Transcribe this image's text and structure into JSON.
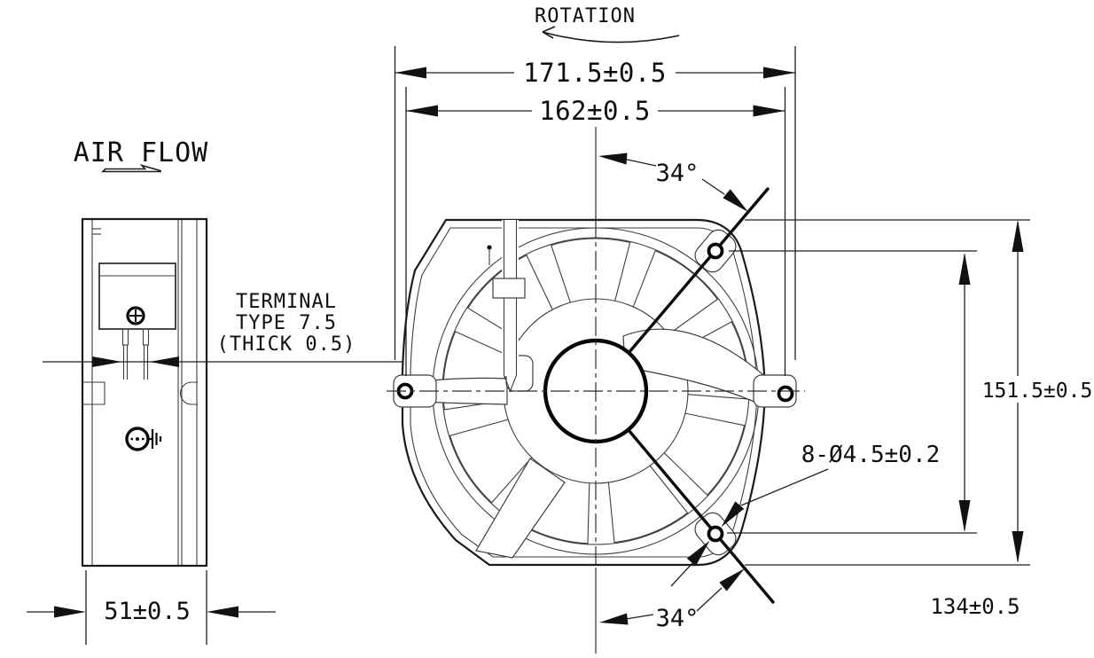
{
  "colors": {
    "background": "#ffffff",
    "line": "#1b1b1b",
    "thin_line": "#3d3d3d",
    "text": "#0e0e0e"
  },
  "labels": {
    "rotation": "ROTATION",
    "air_flow": "AIR FLOW",
    "width_overall": "171.5±0.5",
    "width_hole_spacing": "162±0.5",
    "angle_top": "34°",
    "angle_bottom": "34°",
    "height_overall": "151.5±0.5",
    "height_hole_spacing": "134±0.5",
    "mounting_holes_note": "8-Ø4.5±0.2",
    "depth": "51±0.5",
    "terminal_line1": "TERMINAL",
    "terminal_line2": "TYPE 7.5",
    "terminal_line3": "(THICK 0.5)"
  }
}
